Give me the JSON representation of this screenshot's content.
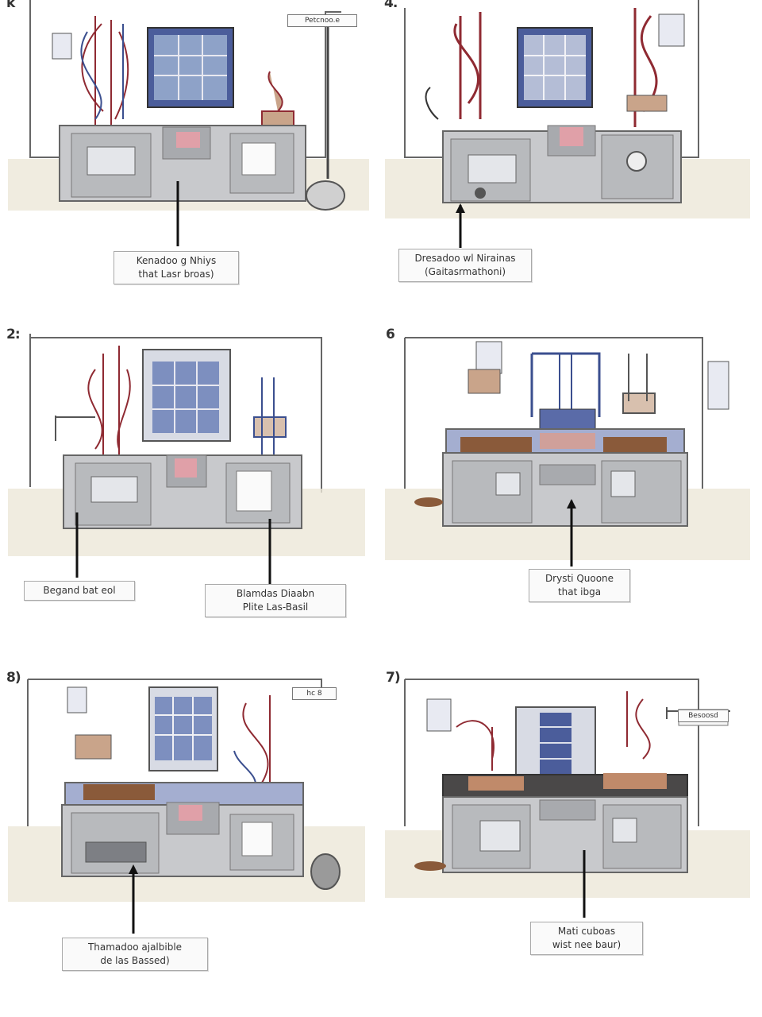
{
  "panels": [
    {
      "number": "k",
      "callouts": [
        "Kenadoo g Nhiys\nthat Lasr broas)"
      ],
      "wall_tag": "Petcnoo.e"
    },
    {
      "number": "4.",
      "callouts": [
        "Dresadoo wl Nirainas\n(Gaitasrmathoni)"
      ]
    },
    {
      "number": "2:",
      "callouts": [
        "Begand bat eol",
        "Blamdas Diaabn\nPlite Las-Basil"
      ]
    },
    {
      "number": "6",
      "callouts": [
        "Drysti Quoone\nthat ibga"
      ]
    },
    {
      "number": "8)",
      "callouts": [
        "Thamadoo ajalbible\nde las Bassed)"
      ],
      "wall_tag": "hc 8"
    },
    {
      "number": "7)",
      "callouts": [
        "Mati cuboas\nwist nee baur)"
      ],
      "wall_tag": "Besoosd"
    }
  ],
  "colors": {
    "line": "#5c5c5c",
    "cabinet": "#c8c9cc",
    "cabinet_dark": "#9a9ca0",
    "floor": "#eae5d6",
    "screen_blue": "#4b5d9b",
    "wire_red": "#8f2a32",
    "wire_blue": "#3b4f8f",
    "tray": "#8a5a3a",
    "oven_glow": "#e0a0a8"
  }
}
